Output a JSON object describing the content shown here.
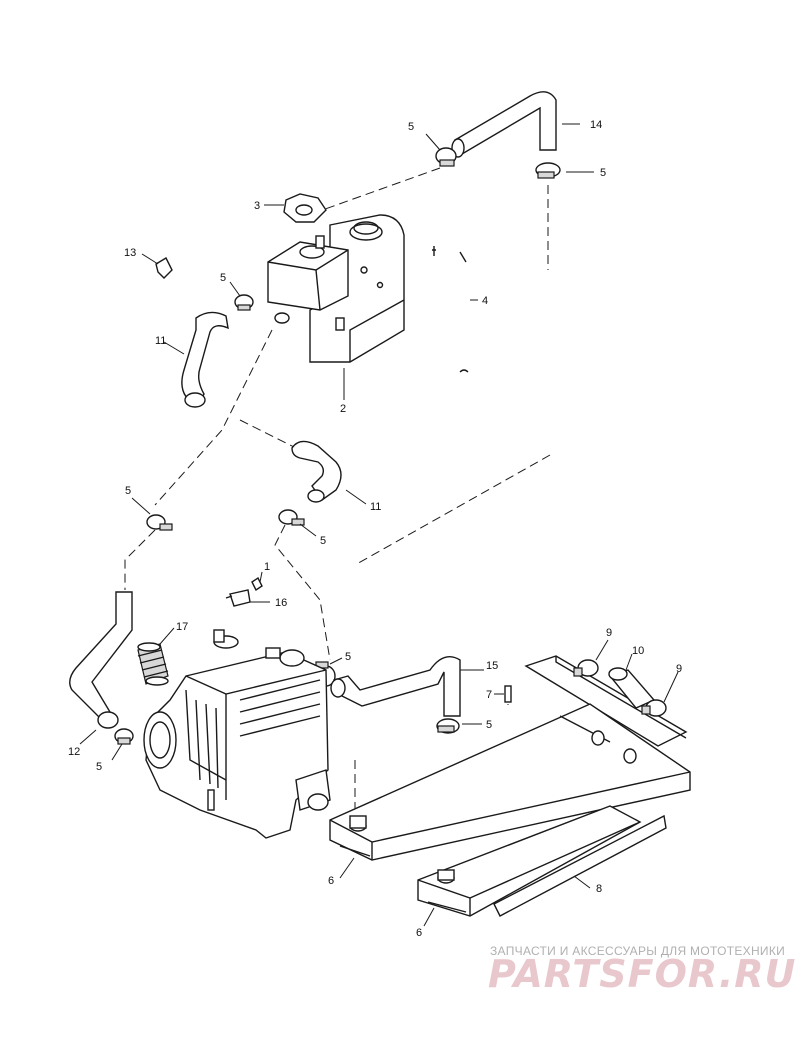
{
  "diagram": {
    "callouts": [
      "14",
      "5",
      "5",
      "3",
      "13",
      "5",
      "4",
      "11",
      "2",
      "11",
      "5",
      "5",
      "1",
      "16",
      "17",
      "5",
      "15",
      "9",
      "10",
      "9",
      "7",
      "12",
      "5",
      "5",
      "6",
      "8",
      "6"
    ]
  },
  "watermark": {
    "tagline": "ЗАПЧАСТИ И АКСЕССУАРЫ ДЛЯ МОТОТЕХНИКИ",
    "logo": "PARTSFOR.RU"
  },
  "colors": {
    "ink": "#1a1a1a",
    "watermark_text": "#b0b0b0",
    "watermark_logo": "#e8c8cc"
  }
}
